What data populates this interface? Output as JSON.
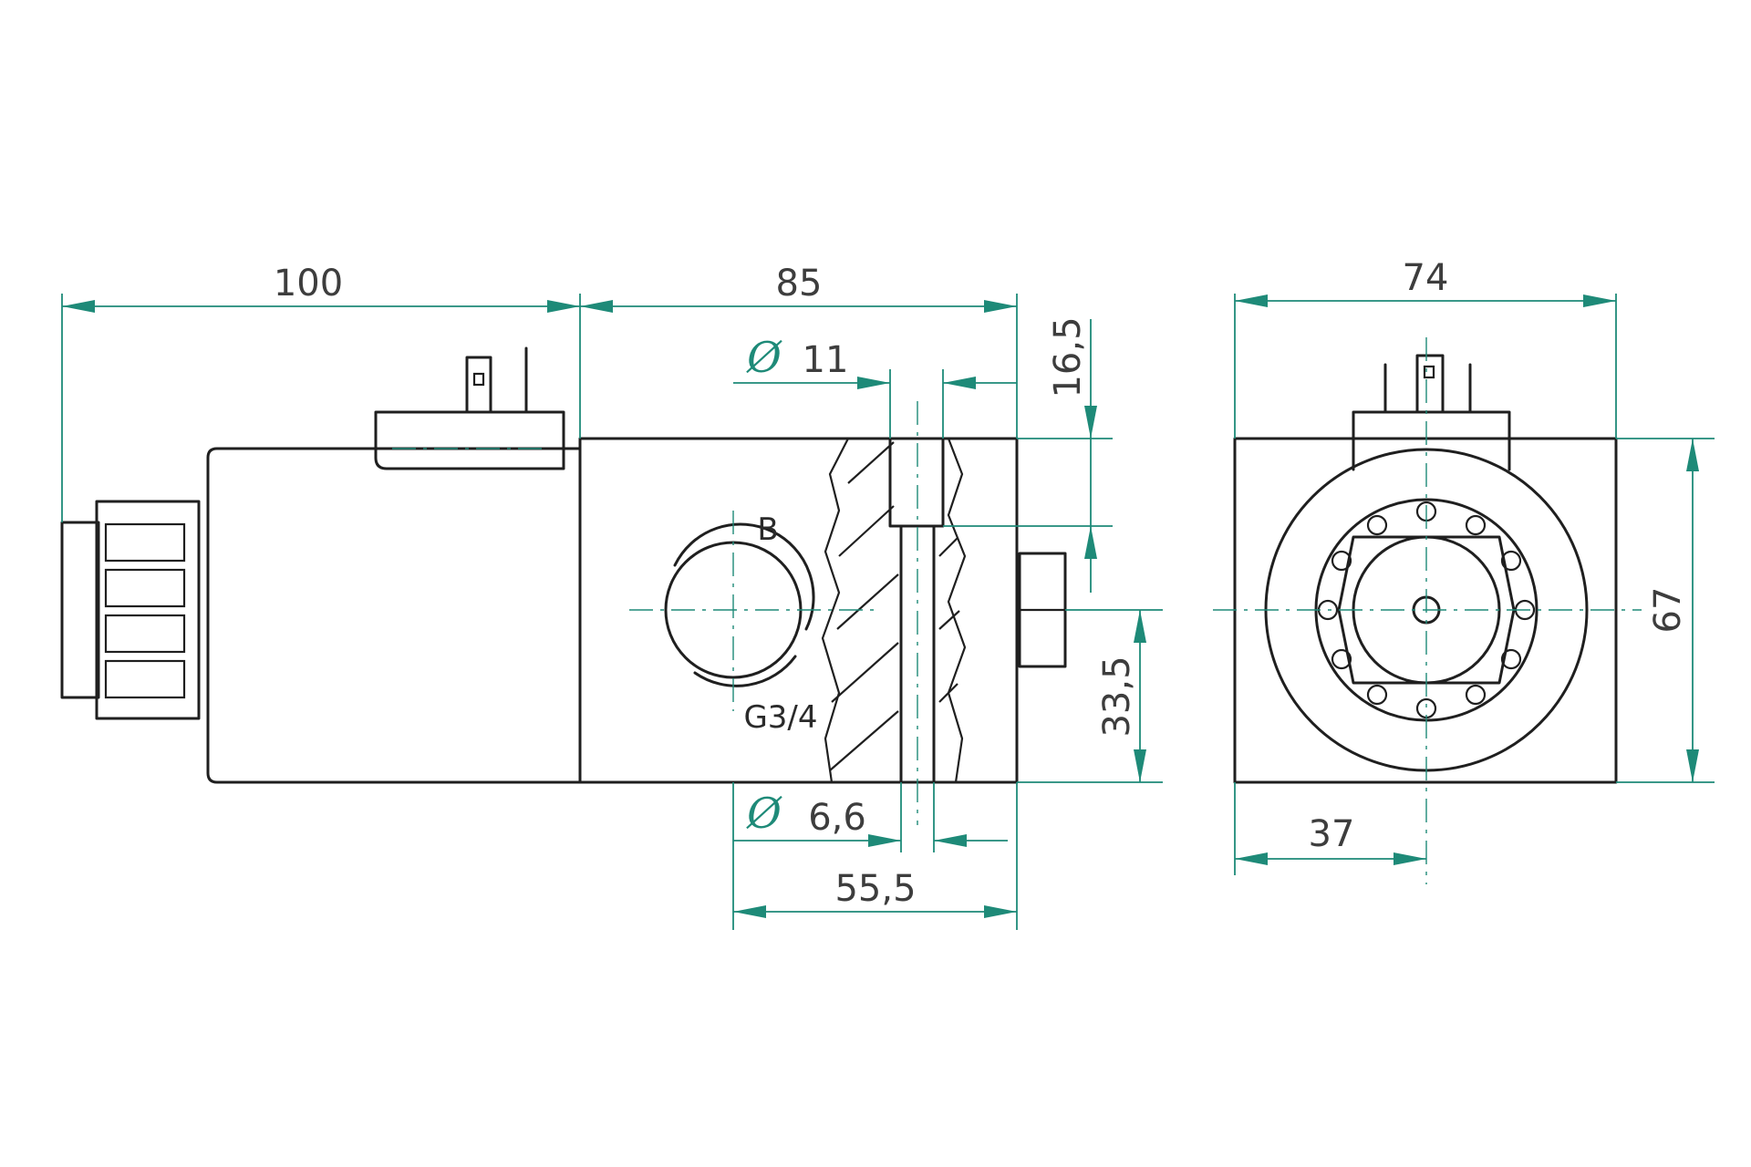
{
  "colors": {
    "outline": "#1f1f1f",
    "dimension": "#1e8a78",
    "text": "#3d3d3d"
  },
  "dimensions": {
    "overall_coil": "100",
    "body_length": "85",
    "bore_diameter_symbol": "Ø",
    "bore_diameter": "11",
    "top_offset": "16,5",
    "port_height": "33,5",
    "mount_hole_symbol": "Ø",
    "mount_hole": "6,6",
    "hole_spacing": "55,5",
    "end_width": "74",
    "end_height": "67",
    "end_half_width": "37"
  },
  "labels": {
    "port_name": "B",
    "port_thread": "G3/4"
  }
}
